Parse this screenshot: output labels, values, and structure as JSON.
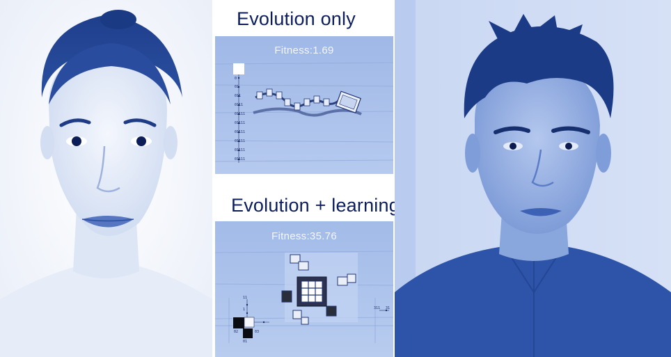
{
  "headings": {
    "evolution_only": "Evolution only",
    "evolution_learning": "Evolution + learning"
  },
  "panels": {
    "evolution_only": {
      "fitness_label": "Fitness:1.69",
      "tree_labels": [
        "0",
        "01",
        "011",
        "0111",
        "01111",
        "01111",
        "01111",
        "01111",
        "01111",
        "01111"
      ]
    },
    "evolution_learning": {
      "fitness_label": "Fitness:35.76",
      "tree_labels": [
        "11",
        "1",
        "02",
        "03",
        "01",
        "311",
        "31"
      ]
    }
  },
  "colors": {
    "heading": "#0b1d5c",
    "fitness_text": "#f4f7ff",
    "panel_bg": "#a9c0ea",
    "portrait_tint": "#2d54a8"
  }
}
